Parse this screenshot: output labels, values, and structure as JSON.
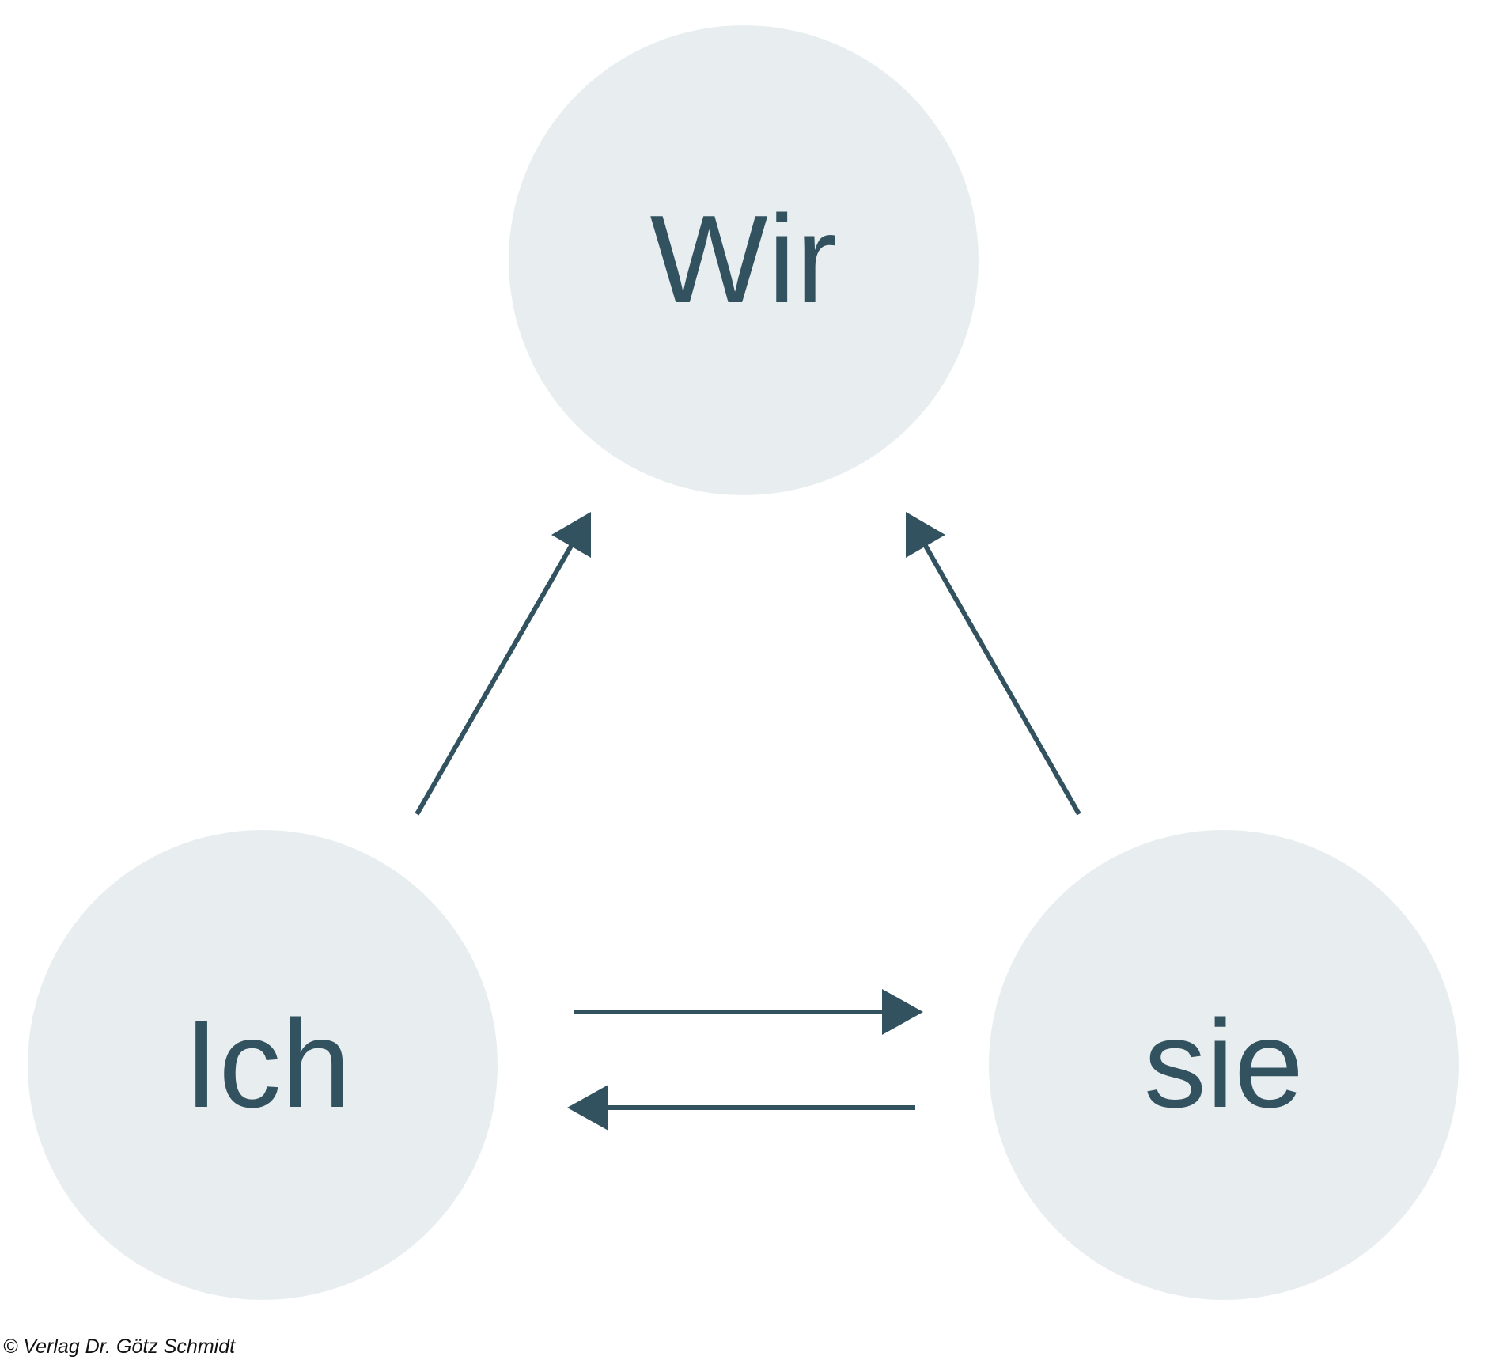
{
  "nodes": {
    "wir": "Wir",
    "ich": "Ich",
    "sie": "sie"
  },
  "copyright": "© Verlag Dr. Götz Schmidt",
  "colors": {
    "circle": "#e8eef0",
    "ink": "#33525f"
  }
}
